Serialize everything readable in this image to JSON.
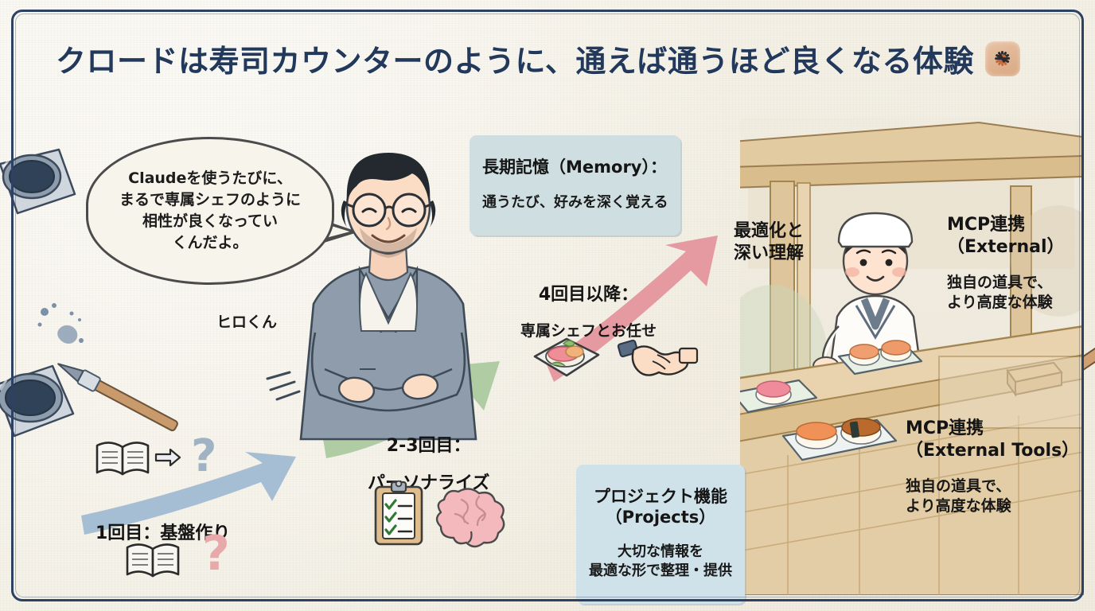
{
  "title": {
    "text": "クロードは寿司カウンターのように、通えば通うほど良くなる体験",
    "logo_icon": "claude-sunburst-icon"
  },
  "speech_bubble": {
    "speaker_label": "ヒロくん",
    "text": "Claudeを使うたびに、\nまるで専属シェフのように\n相性が良くなってい\nくんだよ。"
  },
  "callouts": {
    "memory": {
      "title": "長期記憶（Memory）：",
      "subtitle": "通うたび、好みを深く覚える",
      "bg": "#cfdfe1"
    },
    "projects": {
      "title": "プロジェクト機能\n（Projects）",
      "subtitle": "大切な情報を\n最適な形で整理・提供",
      "bg": "#cfe2ea"
    },
    "mcp_top": {
      "title": "MCP連携\n（External）",
      "subtitle": "独自の道具で、\nより高度な体験"
    },
    "mcp_bottom": {
      "title": "MCP連携\n（External Tools）",
      "subtitle": "独自の道具で、\nより高度な体験"
    },
    "optimization": {
      "title": "最適化と\n深い理解"
    }
  },
  "stages": [
    {
      "id": "stage-1",
      "title": "1回目：基盤作り",
      "icons": [
        "open-book-icon",
        "question-mark-icon"
      ]
    },
    {
      "id": "stage-2-3",
      "title": "2-3回目：",
      "subtitle": "パーソナライズ",
      "icons": [
        "clipboard-checklist-icon",
        "brain-icon"
      ]
    },
    {
      "id": "stage-4-plus",
      "title": "4回目以降：",
      "subtitle": "専属シェフとお任せ",
      "icons": [
        "sushi-plate-icon",
        "handshake-icon"
      ]
    }
  ],
  "arrows": [
    {
      "name": "arrow-stage1",
      "color": "#8fafcb"
    },
    {
      "name": "arrow-stage2",
      "color": "#a8c69a"
    },
    {
      "name": "arrow-stage3",
      "color": "#e08f96"
    }
  ],
  "icons": {
    "book": "open-book-icon",
    "question": "question-mark-icon",
    "small_arrow": "right-arrow-icon",
    "clipboard": "clipboard-checklist-icon",
    "brain": "brain-icon",
    "sushi_plate": "sushi-plate-icon",
    "handshake": "handshake-icon",
    "chef": "sushi-chef-icon",
    "ink_pot": "ink-pot-icon",
    "paint_brush": "paint-brush-icon",
    "ink-splatter": "ink-splatter-icon"
  },
  "colors": {
    "border": "#2d4162",
    "title_text": "#22395c",
    "paper": "#f4f1e7",
    "memory_box": "#cfdfe1",
    "projects_box": "#cfe2ea",
    "arrow_blue": "#8fafcb",
    "arrow_green": "#a8c69a",
    "arrow_pink": "#e08f96",
    "logo_tan": "#ddb392"
  }
}
